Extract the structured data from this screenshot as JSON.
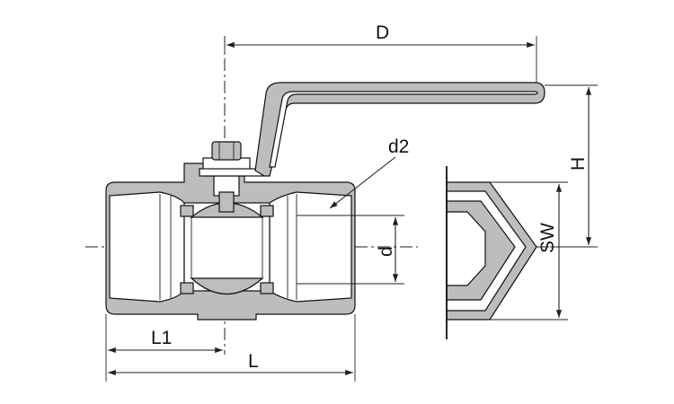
{
  "labels": {
    "D": "D",
    "d2": "d2",
    "H": "H",
    "d": "d",
    "SW": "SW",
    "L1": "L1",
    "L": "L"
  },
  "colors": {
    "line": "#222222",
    "body_fill": "#bdbdbd",
    "background": "#ffffff"
  }
}
